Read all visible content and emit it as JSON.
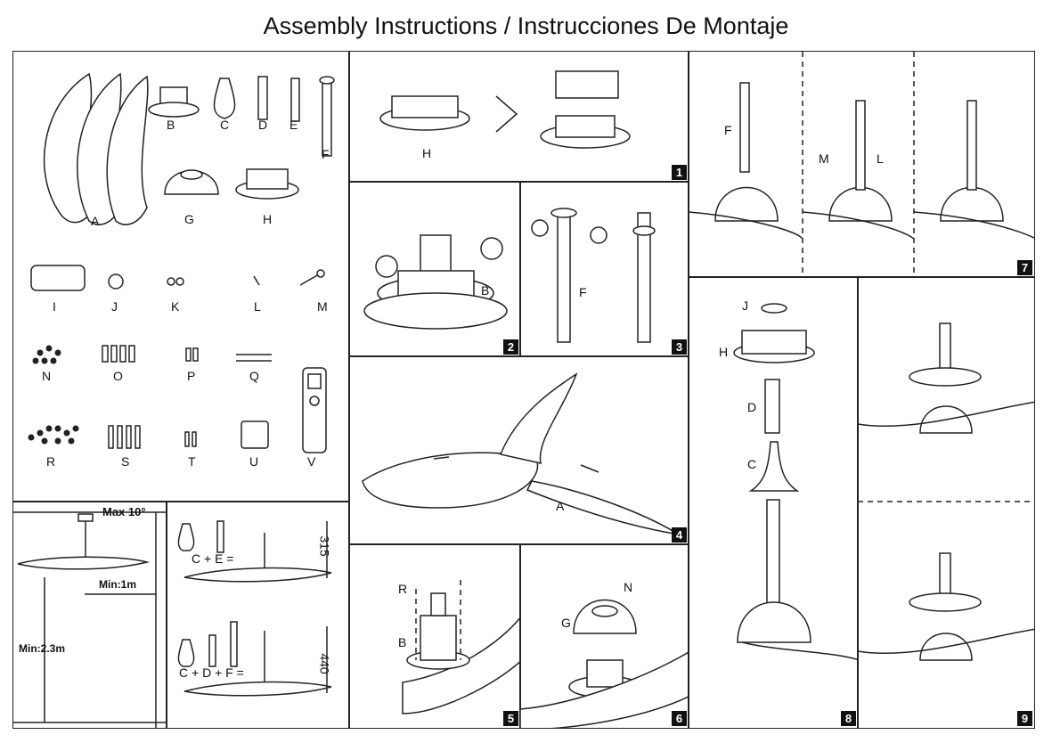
{
  "title": "Assembly Instructions / Instrucciones De Montaje",
  "parts_labels": [
    "A",
    "B",
    "C",
    "D",
    "E",
    "F",
    "G",
    "H",
    "I",
    "J",
    "K",
    "L",
    "M",
    "N",
    "O",
    "P",
    "Q",
    "R",
    "S",
    "T",
    "U",
    "V"
  ],
  "install": {
    "max_angle": "Max 10°",
    "min_wall": "Min:1m",
    "min_height": "Min:2.3m",
    "combo_short": "C + E =",
    "combo_long": "C + D + F =",
    "dim_short": "315",
    "dim_long": "440"
  },
  "steps": {
    "s1": {
      "number": "1",
      "part": "H"
    },
    "s2": {
      "number": "2",
      "part": "B"
    },
    "s3": {
      "number": "3",
      "part": "F"
    },
    "s4": {
      "number": "4",
      "part": "A"
    },
    "s5": {
      "number": "5",
      "parts": [
        "R",
        "B"
      ]
    },
    "s6": {
      "number": "6",
      "parts": [
        "N",
        "G"
      ]
    },
    "s7": {
      "number": "7",
      "parts": [
        "F",
        "M",
        "L"
      ]
    },
    "s8": {
      "number": "8",
      "parts": [
        "J",
        "H",
        "D",
        "C"
      ]
    },
    "s9": {
      "number": "9"
    }
  }
}
